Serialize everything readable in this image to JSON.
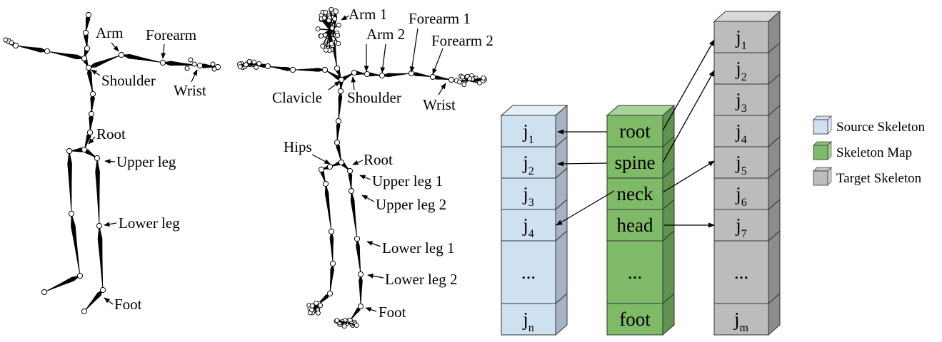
{
  "colors": {
    "source_face": "#cfe0f1",
    "source_top": "#e4eef8",
    "source_side": "#a7b3c3",
    "map_face": "#7fba69",
    "map_top": "#a9d299",
    "map_side": "#5e9350",
    "target_face": "#bcbcbc",
    "target_top": "#d9d9d9",
    "target_side": "#8c8c8c",
    "stroke": "#333333"
  },
  "skeleton_a": {
    "labels": {
      "arm": "Arm",
      "forearm": "Forearm",
      "shoulder": "Shoulder",
      "wrist": "Wrist",
      "root": "Root",
      "upper_leg": "Upper leg",
      "lower_leg": "Lower leg",
      "foot": "Foot"
    }
  },
  "skeleton_b": {
    "labels": {
      "arm1": "Arm 1",
      "arm2": "Arm 2",
      "forearm1": "Forearm 1",
      "forearm2": "Forearm 2",
      "clavicle": "Clavicle",
      "shoulder": "Shoulder",
      "wrist": "Wrist",
      "hips": "Hips",
      "root": "Root",
      "upper_leg1": "Upper leg 1",
      "upper_leg2": "Upper leg 2",
      "lower_leg1": "Lower leg 1",
      "lower_leg2": "Lower leg 2",
      "foot": "Foot"
    }
  },
  "source_column": {
    "cells": [
      {
        "main": "j",
        "sub": "1"
      },
      {
        "main": "j",
        "sub": "2"
      },
      {
        "main": "j",
        "sub": "3"
      },
      {
        "main": "j",
        "sub": "4"
      },
      {
        "main": "...",
        "sub": ""
      },
      {
        "main": "j",
        "sub": "n"
      }
    ]
  },
  "map_column": {
    "cells": [
      {
        "main": "root",
        "sub": ""
      },
      {
        "main": "spine",
        "sub": ""
      },
      {
        "main": "neck",
        "sub": ""
      },
      {
        "main": "head",
        "sub": ""
      },
      {
        "main": "...",
        "sub": ""
      },
      {
        "main": "foot",
        "sub": ""
      }
    ]
  },
  "target_column": {
    "cells": [
      {
        "main": "j",
        "sub": "1"
      },
      {
        "main": "j",
        "sub": "2"
      },
      {
        "main": "j",
        "sub": "3"
      },
      {
        "main": "j",
        "sub": "4"
      },
      {
        "main": "j",
        "sub": "5"
      },
      {
        "main": "j",
        "sub": "6"
      },
      {
        "main": "j",
        "sub": "7"
      },
      {
        "main": "...",
        "sub": ""
      },
      {
        "main": "j",
        "sub": "m"
      }
    ]
  },
  "legend": [
    {
      "label": "Source Skeleton",
      "color": "#cfe0f1"
    },
    {
      "label": "Skeleton Map",
      "color": "#7fba69"
    },
    {
      "label": "Target Skeleton",
      "color": "#bcbcbc"
    }
  ]
}
